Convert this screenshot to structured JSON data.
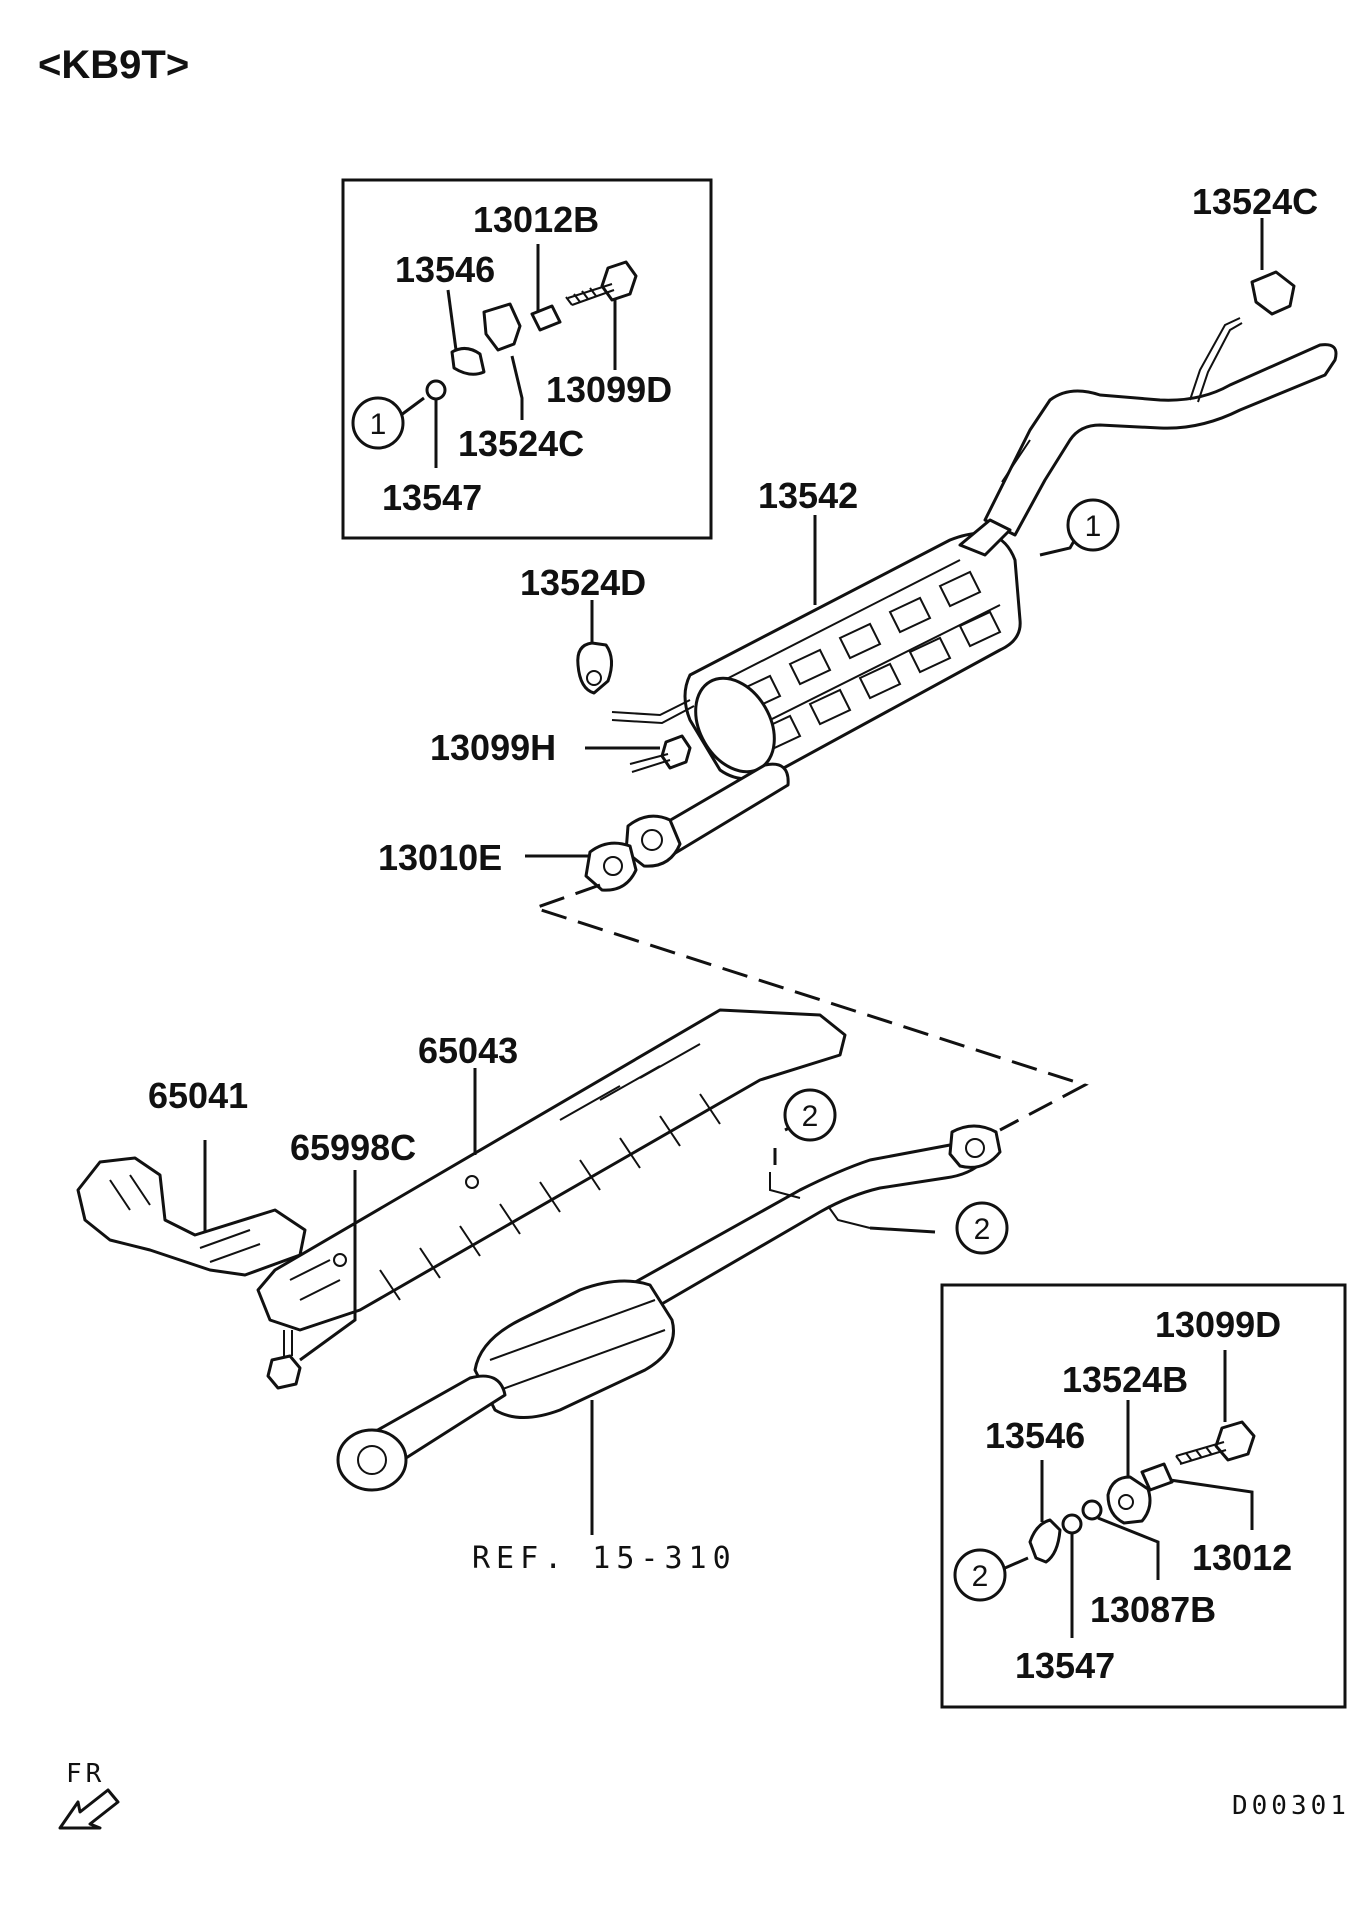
{
  "model_code": "<KB9T>",
  "diagram_code": "D00301",
  "front_marker": "FR",
  "reference_note": "REF. 15-310",
  "callout_refs": [
    "1",
    "2"
  ],
  "parts": {
    "p13012B": "13012B",
    "p13546_a": "13546",
    "p13099D_a": "13099D",
    "p13524C_a": "13524C",
    "p13547_a": "13547",
    "p13524C_b": "13524C",
    "p13542": "13542",
    "p13524D": "13524D",
    "p13099H": "13099H",
    "p13010E": "13010E",
    "p65043": "65043",
    "p65041": "65041",
    "p65998C": "65998C",
    "p13099D_b": "13099D",
    "p13524B": "13524B",
    "p13546_b": "13546",
    "p13012": "13012",
    "p13087B": "13087B",
    "p13547_b": "13547"
  }
}
